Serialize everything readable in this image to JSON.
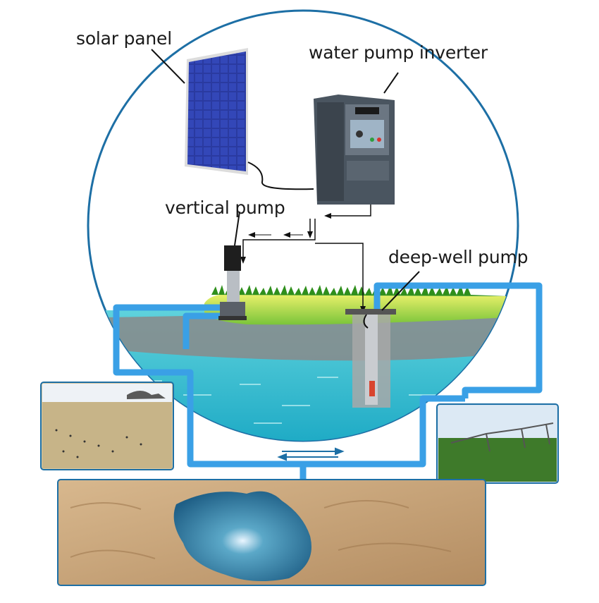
{
  "labels": {
    "solar_panel": "solar panel",
    "inverter": "water pump inverter",
    "vertical_pump": "vertical pump",
    "deep_well_pump": "deep-well pump"
  },
  "colors": {
    "circle_outline": "#1d6fa5",
    "pipe": "#3aa0e6",
    "water": "#3fc4d0",
    "grass": "#4caf2a",
    "ground": "#8a8a8a",
    "panel_cells": "#2b3b9a",
    "inverter_body": "#4a5560",
    "sand": "#c9a77e"
  },
  "icons": [
    "solar-panel-icon",
    "inverter-icon",
    "vertical-pump-icon",
    "deep-well-pump-icon",
    "flow-arrow-icon"
  ]
}
